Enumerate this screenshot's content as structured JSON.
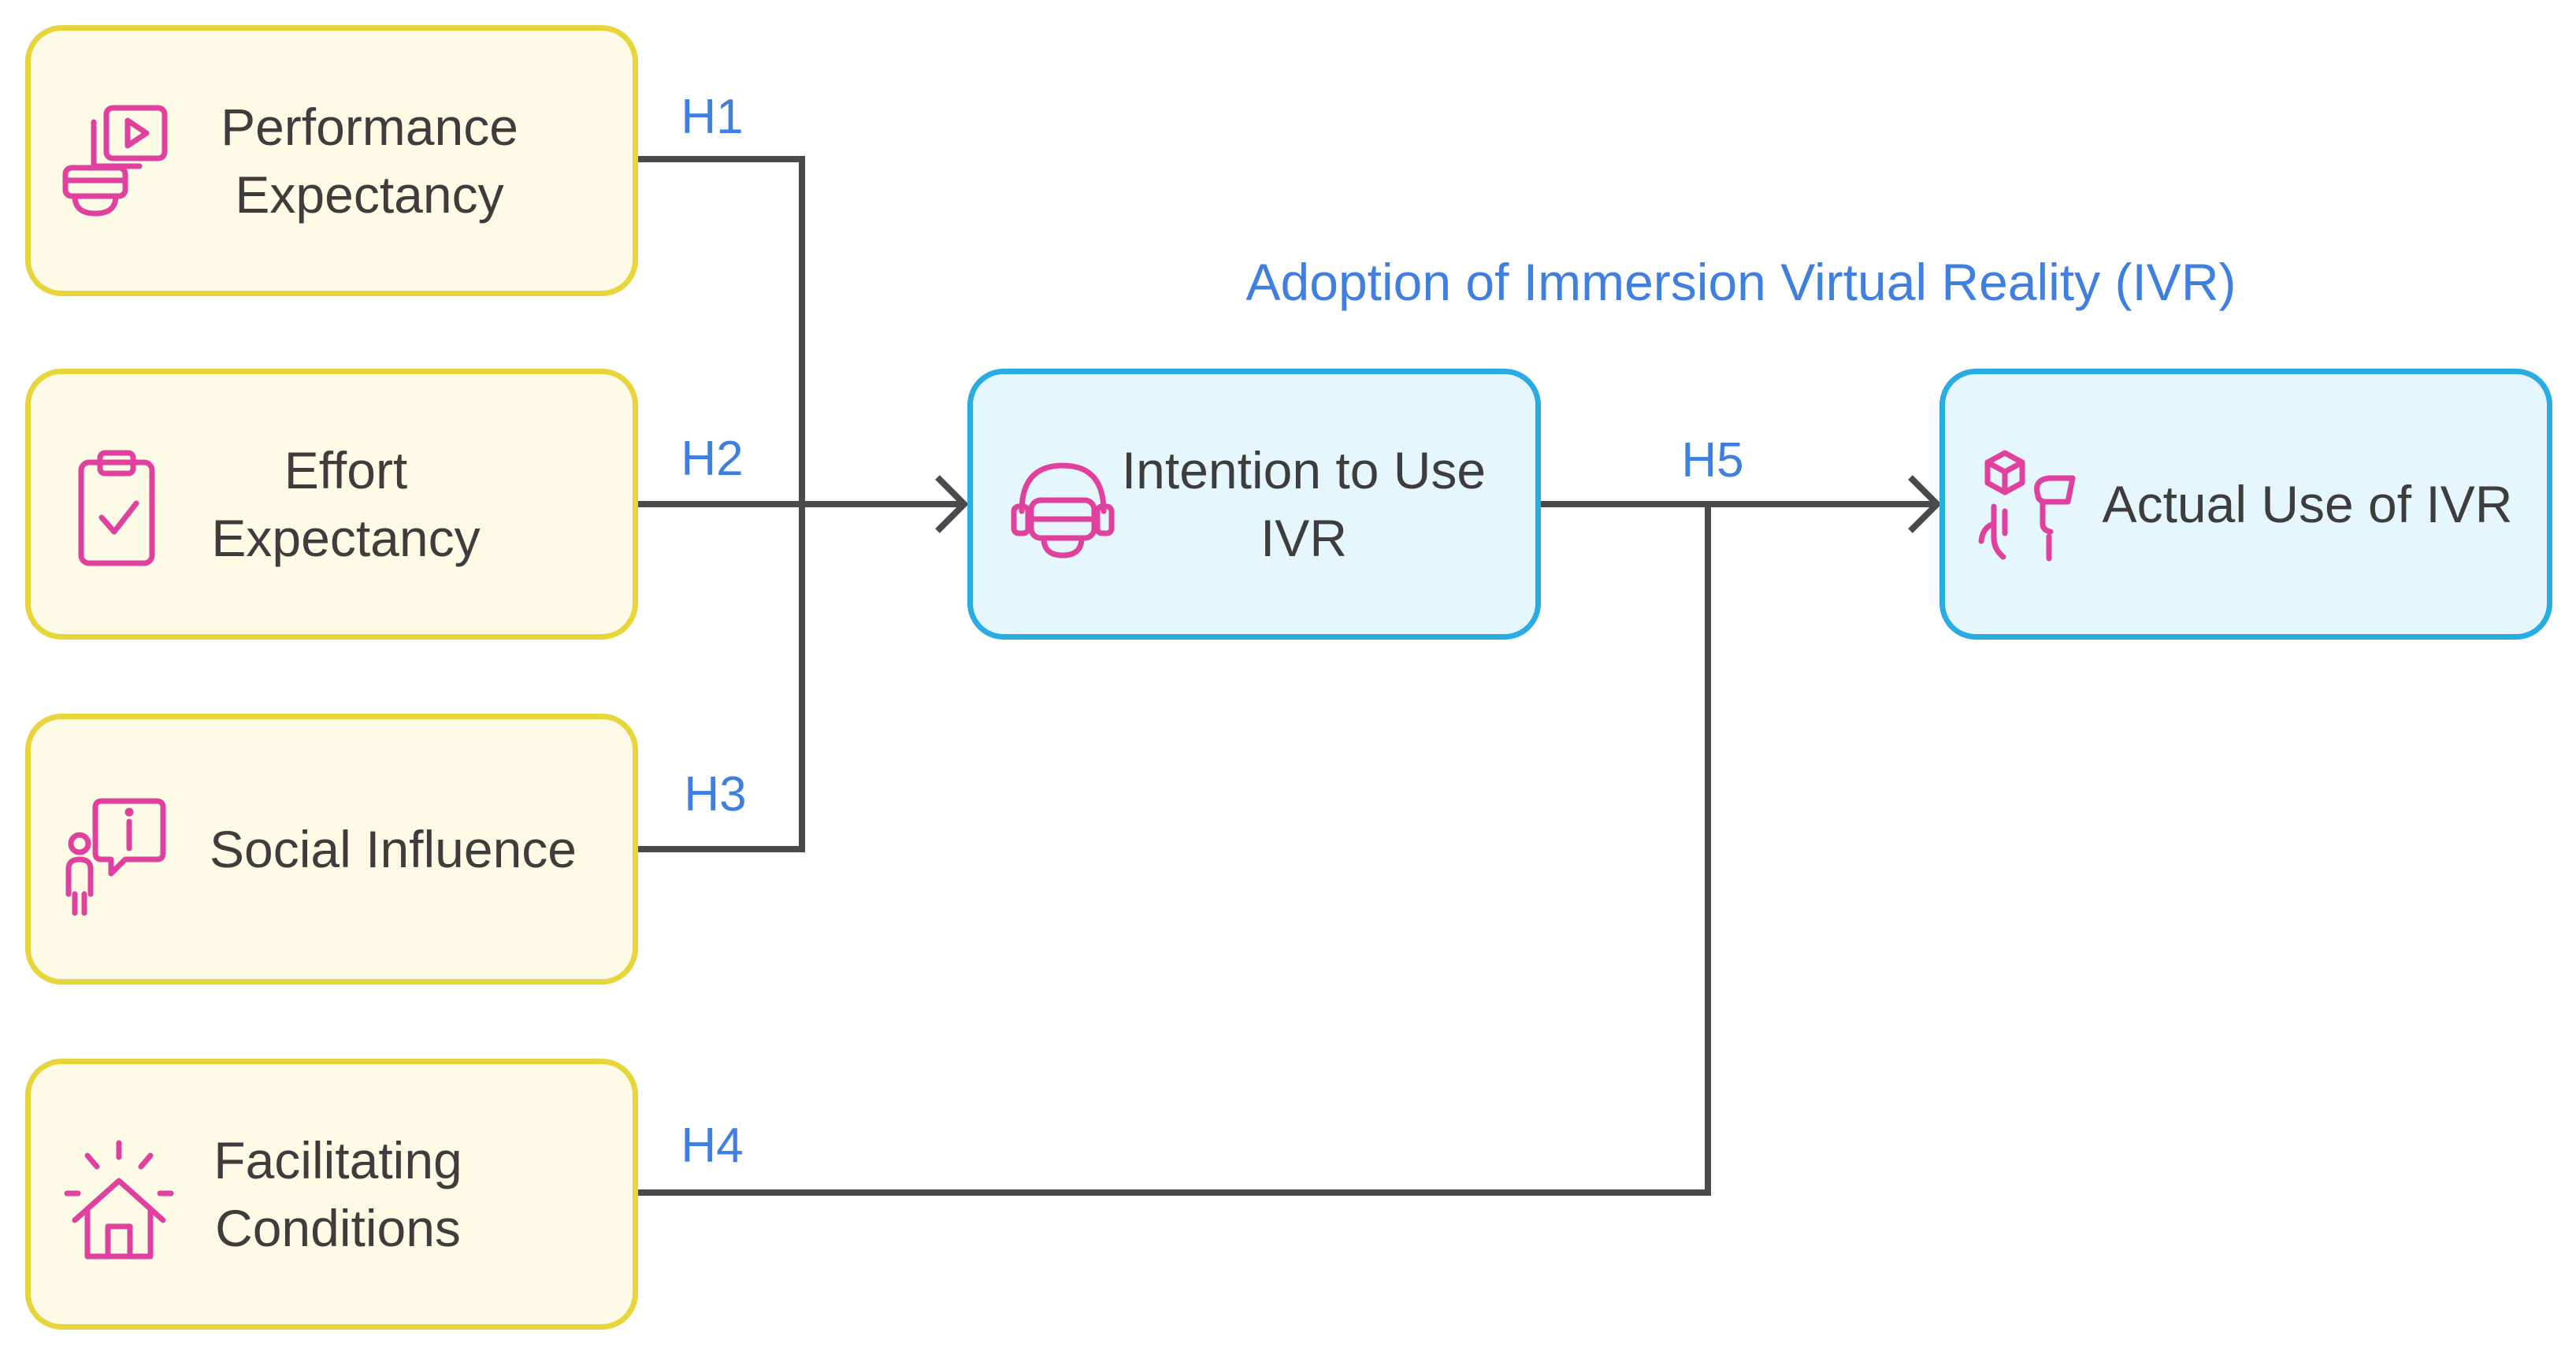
{
  "diagram": {
    "title": "Adoption of Immersion Virtual Reality (IVR)",
    "factors": [
      {
        "id": "performance",
        "label": "Performance\nExpectancy",
        "icon": "vr-headset-media-icon"
      },
      {
        "id": "effort",
        "label": "Effort\nExpectancy",
        "icon": "clipboard-check-icon"
      },
      {
        "id": "social",
        "label": "Social Influence",
        "icon": "person-info-bubble-icon"
      },
      {
        "id": "facilitating",
        "label": "Facilitating\nConditions",
        "icon": "house-glow-icon"
      }
    ],
    "outcomes": [
      {
        "id": "intention",
        "label": "Intention to Use\nIVR",
        "icon": "vr-headset-icon"
      },
      {
        "id": "actual",
        "label": "Actual Use of IVR",
        "icon": "hand-cube-vr-icon"
      }
    ],
    "hypotheses": [
      {
        "id": "h1",
        "label": "H1",
        "from": "performance",
        "to": "intention"
      },
      {
        "id": "h2",
        "label": "H2",
        "from": "effort",
        "to": "intention"
      },
      {
        "id": "h3",
        "label": "H3",
        "from": "social",
        "to": "intention"
      },
      {
        "id": "h4",
        "label": "H4",
        "from": "facilitating",
        "to": "actual"
      },
      {
        "id": "h5",
        "label": "H5",
        "from": "intention",
        "to": "actual"
      }
    ],
    "colors": {
      "factor_fill": "#fdfbe6",
      "factor_border": "#e8d53c",
      "outcome_fill": "#e5f7fd",
      "outcome_border": "#29abe4",
      "icon": "#e0409e",
      "connector": "#4a4a4a",
      "hypothesis_text": "#3f7fe0",
      "node_text": "#3d3d3d"
    }
  }
}
